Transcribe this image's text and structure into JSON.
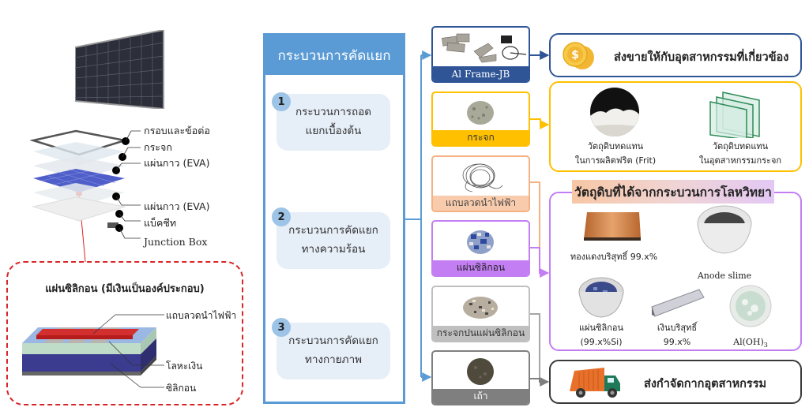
{
  "diagram": {
    "panel": {
      "layers": [
        {
          "label": "กรอบและข้อต่อ"
        },
        {
          "label": "กระจก"
        },
        {
          "label": "แผ่นกาว (EVA)"
        },
        {
          "label": "แผ่นกาว (EVA)"
        },
        {
          "label": "แบ็คชีท"
        },
        {
          "label": "Junction Box"
        }
      ]
    },
    "silicon_detail": {
      "title": "แผ่นซิลิกอน (มีเงินเป็นองค์ประกอบ)",
      "labels": {
        "ribbon": "แถบลวดนำไฟฟ้า",
        "silver": "โลหะเงิน",
        "silicon": "ซิลิกอน"
      },
      "colors": {
        "ribbon": "#d32f2f",
        "top": "#9bb7e3",
        "middle": "#bfdcc8",
        "base": "#3b3b8f"
      }
    },
    "process": {
      "title": "กระบวนการคัดแยก",
      "steps": [
        {
          "number": "1",
          "line1": "กระบวนการถอด",
          "line2": "แยกเบื้องต้น"
        },
        {
          "number": "2",
          "line1": "กระบวนการคัดแยก",
          "line2": "ทางความร้อน"
        },
        {
          "number": "3",
          "line1": "กระบวนการคัดแยก",
          "line2": "ทางกายภาพ"
        }
      ],
      "color": "#5b9bd5"
    },
    "materials": [
      {
        "label": "Al Frame-JB",
        "color": "#2f5597",
        "icon": "frame-parts-icon"
      },
      {
        "label": "กระจก",
        "color": "#ffc000",
        "icon": "glass-cullet-icon"
      },
      {
        "label": "แถบลวดนำไฟฟ้า",
        "color": "#f4b183",
        "icon": "wire-coil-icon"
      },
      {
        "label": "แผ่นซิลิกอน",
        "color": "#c27ef2",
        "icon": "silicon-flakes-icon"
      },
      {
        "label": "กระจกปนแผ่นซิลิกอน",
        "color": "#a6a6a6",
        "icon": "mixed-flakes-icon"
      },
      {
        "label": "เถ้า",
        "color": "#7f7f7f",
        "icon": "ash-pile-icon"
      }
    ],
    "outcomes": {
      "sell": {
        "text": "ส่งขายให้กับอุตสาหกรรมที่เกี่ยวข้อง",
        "icon": "coins-icon",
        "color": "#2f5597"
      },
      "glass_uses": {
        "color": "#ffc000",
        "items": [
          {
            "line1": "วัตถุดิบทดแทน",
            "line2": "ในการผลิตฟริต (Frit)",
            "icon": "frit-powder-icon"
          },
          {
            "line1": "วัตถุดิบทดแทน",
            "line2": "ในอุตสาหกรรมกระจก",
            "icon": "glass-sheets-icon"
          }
        ]
      },
      "metallurgy": {
        "title": "วัตถุดิบที่ได้จากกระบวนการโลหวิทยา",
        "color": "#c27ef2",
        "items": [
          {
            "line1": "ทองแดงบริสุทธิ์ 99.x%",
            "line2": "",
            "icon": "copper-sheet-icon"
          },
          {
            "line1": "Anode slime",
            "line2": "",
            "icon": "anode-slime-bowl-icon"
          },
          {
            "line1": "แผ่นซิลิกอน",
            "line2": "(99.x%Si)",
            "icon": "silicon-bowl-icon"
          },
          {
            "line1": "เงินบริสุทธิ์",
            "line2": "99.x%",
            "icon": "silver-ingot-icon"
          },
          {
            "line1": "Al(OH)",
            "sub": "3",
            "icon": "aluminium-hydroxide-icon"
          }
        ]
      },
      "dispose": {
        "text": "ส่งกำจัดกากอุตสาหกรรม",
        "icon": "garbage-truck-icon",
        "color": "#3a3a3a"
      }
    }
  }
}
